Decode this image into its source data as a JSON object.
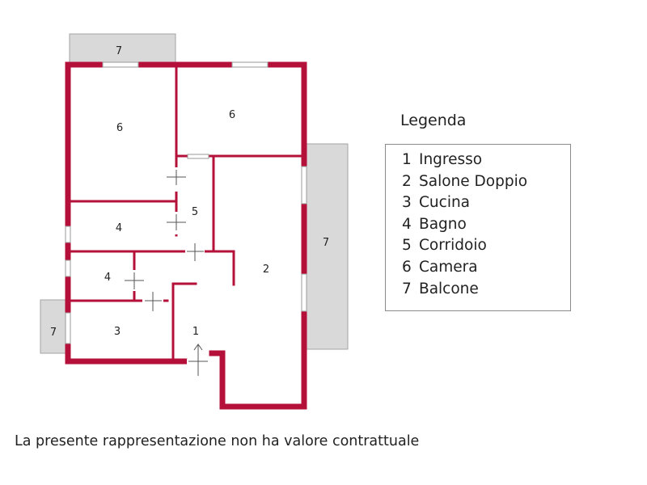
{
  "colors": {
    "wall": "#b5103a",
    "balcony_fill": "#d9d9d9",
    "balcony_stroke": "#a3a3a3",
    "window": "#ffffff",
    "thin_line": "#9a9a9a",
    "text": "#222222"
  },
  "rooms": {
    "balcony_top": "7",
    "bedroom_left": "6",
    "bedroom_right": "6",
    "bathroom_upper": "4",
    "corridor": "5",
    "living_room": "2",
    "balcony_right": "7",
    "bathroom_lower": "4",
    "kitchen": "3",
    "entrance": "1",
    "balcony_left": "7"
  },
  "legend": {
    "title": "Legenda",
    "items": [
      {
        "num": "1",
        "label": "Ingresso"
      },
      {
        "num": "2",
        "label": "Salone Doppio"
      },
      {
        "num": "3",
        "label": "Cucina"
      },
      {
        "num": "4",
        "label": "Bagno"
      },
      {
        "num": "5",
        "label": "Corridoio"
      },
      {
        "num": "6",
        "label": "Camera"
      },
      {
        "num": "7",
        "label": "Balcone"
      }
    ]
  },
  "disclaimer": "La presente rappresentazione non ha valore contrattuale"
}
